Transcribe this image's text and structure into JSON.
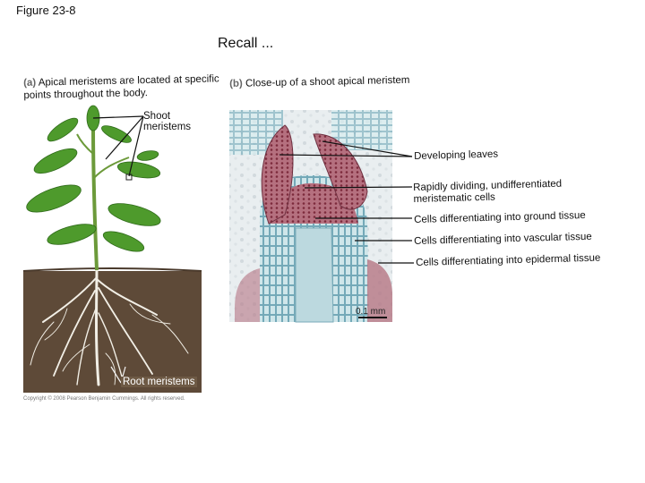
{
  "figure_label": "Figure 23-8",
  "slide_title": "Recall ...",
  "panel_a": {
    "tag": "(a)",
    "caption": "Apical meristems are located at specific points throughout the body.",
    "labels": {
      "shoot": "Shoot meristems",
      "root": "Root meristems"
    }
  },
  "panel_b": {
    "tag": "(b)",
    "caption": "Close-up of a shoot apical meristem",
    "scale_bar": "0.1 mm",
    "labels": [
      "Developing leaves",
      "Rapidly dividing, undifferentiated meristematic cells",
      "Cells differentiating into ground tissue",
      "Cells differentiating into vascular tissue",
      "Cells differentiating into epidermal tissue"
    ]
  },
  "copyright": "Copyright © 2008 Pearson Benjamin Cummings. All rights reserved.",
  "colors": {
    "soil": "#5e4a38",
    "leaf": "#4e9a2c",
    "stain_red": "#9b3b4e",
    "stain_blue": "#8fc0cf"
  }
}
